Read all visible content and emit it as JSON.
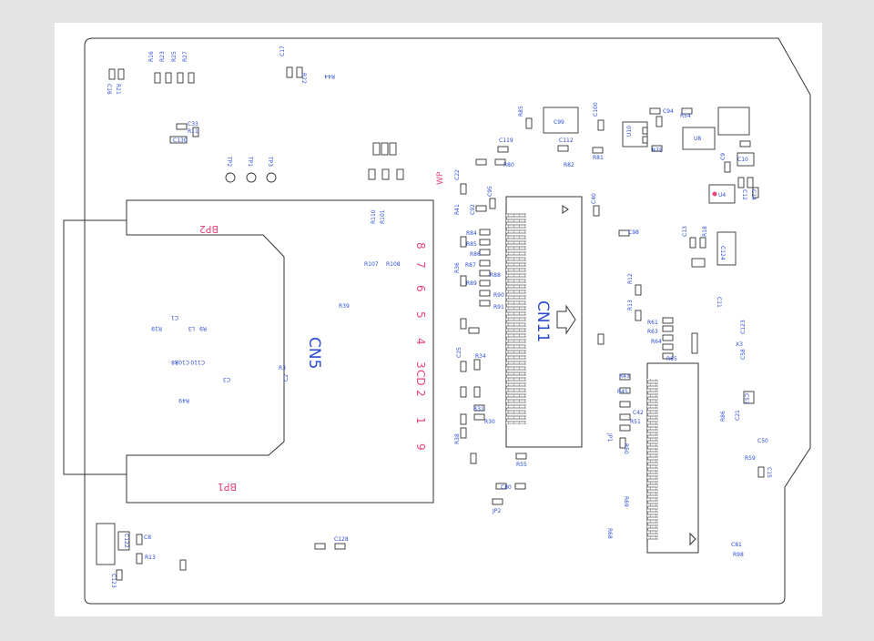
{
  "colors": {
    "background": "#e4e4e4",
    "board": "#ffffff",
    "outline": "#333333",
    "designator": "#2a4bd0",
    "pin_number": "#e8457a"
  },
  "connectors": {
    "cn5": "CN5",
    "cn11": "CN11",
    "bp1": "BP1",
    "bp2": "BP2",
    "wp": "WP",
    "cd": "CD",
    "pins": [
      "8",
      "7",
      "6",
      "5",
      "4",
      "3",
      "2",
      "1",
      "9"
    ]
  },
  "testpoints": [
    "TP2",
    "TP1",
    "TP3"
  ],
  "chips": {
    "u4": "U4",
    "u8": "U8",
    "u10": "U10"
  },
  "crystal": "X3",
  "jumpers": [
    "JP2",
    "JP1"
  ],
  "labels": {
    "c16": "C16",
    "r21": "R21",
    "r16": "R16",
    "r23": "R23",
    "r25": "R25",
    "r27": "R27",
    "c17": "C17",
    "r22": "R22",
    "r44": "R44",
    "c33": "C33",
    "r11": "R11",
    "c130": "C130",
    "r85": "R85",
    "c99": "C99",
    "c100": "C100",
    "c94": "C94",
    "r54": "R54",
    "c119": "C119",
    "r80": "R80",
    "c112": "C112",
    "r82": "R82",
    "r81": "R81",
    "r75": "R75",
    "c9": "C9",
    "c10": "C10",
    "c12": "C12",
    "c14": "C14",
    "c22": "C22",
    "r41": "R41",
    "c95": "C95",
    "c92": "C92",
    "c40": "C40",
    "c98": "C98",
    "c13": "C13",
    "r18": "R18",
    "c124": "C124",
    "r84": "R84",
    "r85b": "R85",
    "r86": "R86",
    "r87": "R87",
    "r88": "R88",
    "r89": "R89",
    "r90": "R90",
    "r91": "R91",
    "r36": "R36",
    "r12": "R12",
    "r13b": "R13",
    "r61": "R61",
    "r63": "R63",
    "r64": "R64",
    "r65": "R65",
    "c11": "C11",
    "c123": "C123",
    "c58": "C58",
    "r43": "R43",
    "r45": "R45",
    "c57": "C57",
    "c42": "C42",
    "r51": "R51",
    "r50": "R50",
    "r31": "R31",
    "r30": "R30",
    "r34": "R34",
    "c25": "C25",
    "r38": "R38",
    "r55": "R55",
    "c21": "C21",
    "r86b": "R86",
    "c50": "C50",
    "r59": "R59",
    "c15": "C15",
    "c80": "C80",
    "c81": "C81",
    "r98": "R98",
    "r69": "R69",
    "r68": "R68",
    "r108": "R108",
    "r107": "R107",
    "r101": "R101",
    "r110": "R110",
    "c1": "C1",
    "r9": "R9",
    "l3": "L3",
    "r19": "R19",
    "r8": "R8",
    "c110": "C110",
    "c103": "C103",
    "c3": "C3",
    "r3": "R3",
    "c2": "C2",
    "r39": "R39",
    "r49": "R49",
    "c122": "C122",
    "c8": "C8",
    "r13": "R13",
    "c123b": "C123",
    "c128": "C128"
  }
}
